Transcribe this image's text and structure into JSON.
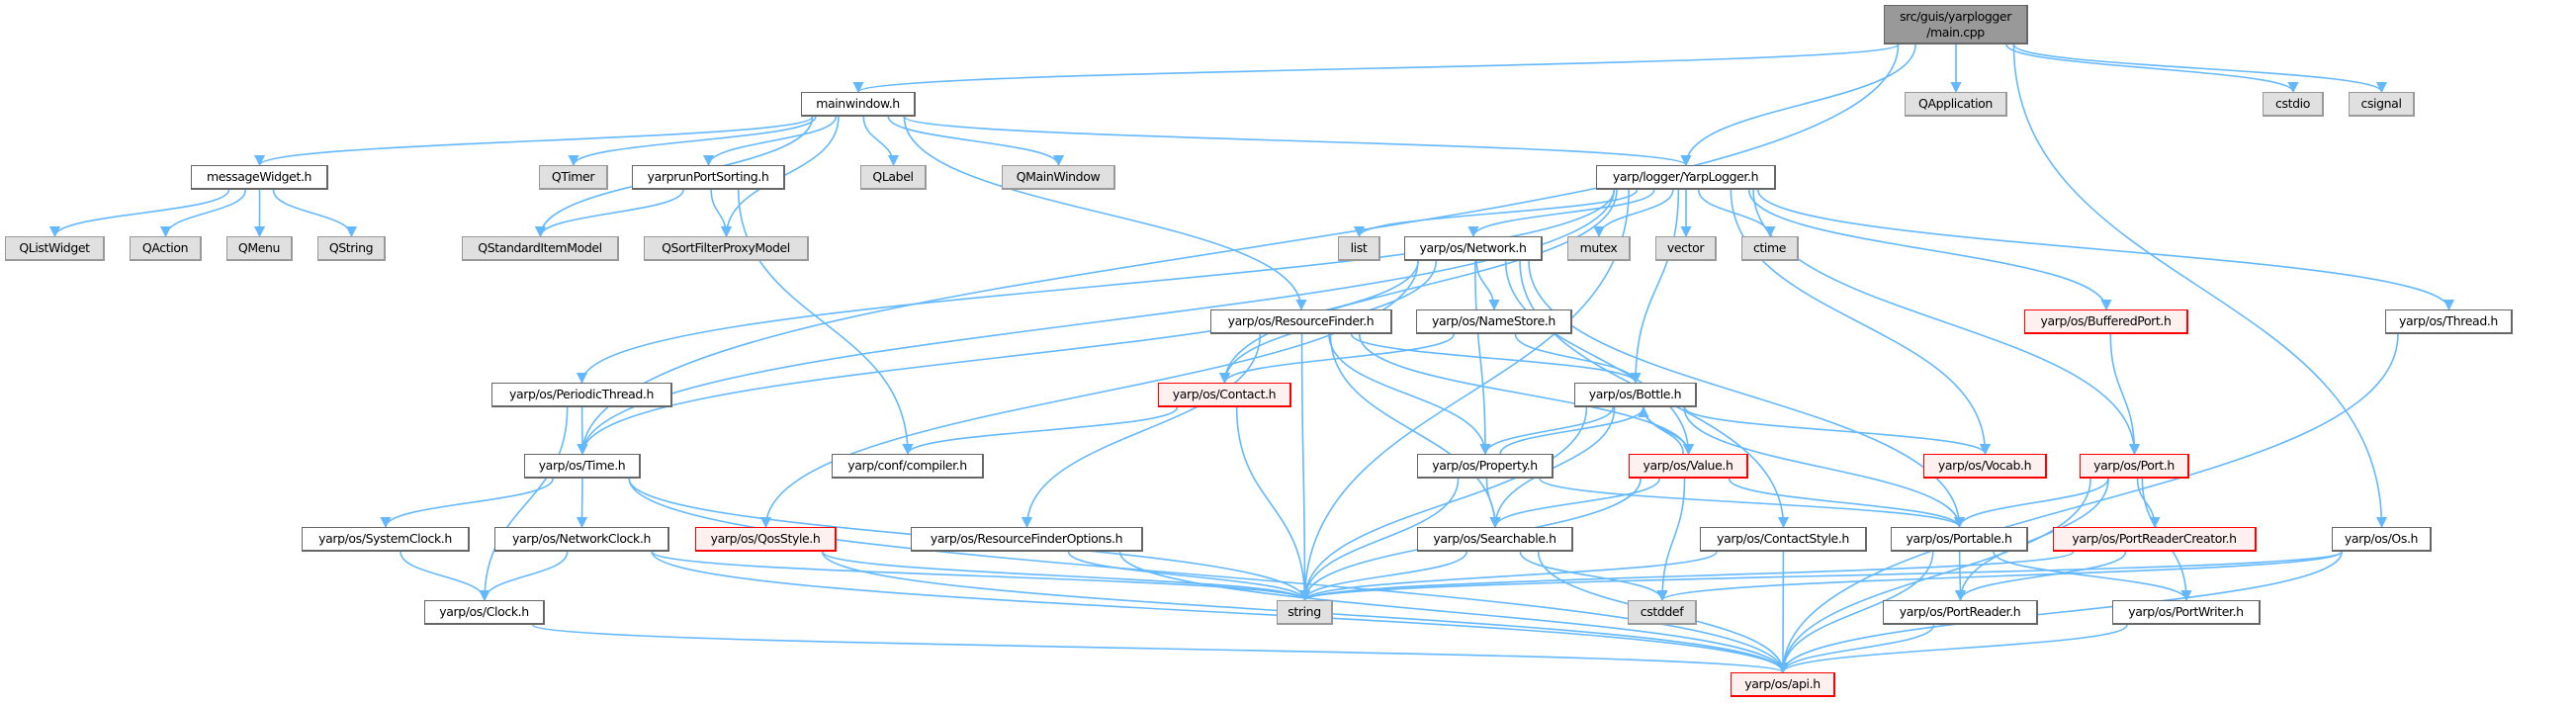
{
  "colors": {
    "edge": "#63b8ff",
    "root_fill": "#999999",
    "ext_fill": "#e0e0e0",
    "red_border": "#ff0000",
    "red_fill": "#fff0f0"
  },
  "nodes": {
    "main": {
      "label": "src/guis/yarplogger\n/main.cpp"
    },
    "mainwindow": {
      "label": "mainwindow.h"
    },
    "qapp": {
      "label": "QApplication"
    },
    "cstdio": {
      "label": "cstdio"
    },
    "csignal": {
      "label": "csignal"
    },
    "messagewidget": {
      "label": "messageWidget.h"
    },
    "qtimer": {
      "label": "QTimer"
    },
    "yarprun": {
      "label": "yarprunPortSorting.h"
    },
    "qlabel": {
      "label": "QLabel"
    },
    "qmainwindow": {
      "label": "QMainWindow"
    },
    "yarplogger": {
      "label": "yarp/logger/YarpLogger.h"
    },
    "qlistwidget": {
      "label": "QListWidget"
    },
    "qaction": {
      "label": "QAction"
    },
    "qmenu": {
      "label": "QMenu"
    },
    "qstring": {
      "label": "QString"
    },
    "qstdmodel": {
      "label": "QStandardItemModel"
    },
    "qsort": {
      "label": "QSortFilterProxyModel"
    },
    "list": {
      "label": "list"
    },
    "network": {
      "label": "yarp/os/Network.h"
    },
    "mutex": {
      "label": "mutex"
    },
    "vector": {
      "label": "vector"
    },
    "ctime": {
      "label": "ctime"
    },
    "resfinder": {
      "label": "yarp/os/ResourceFinder.h"
    },
    "namestore": {
      "label": "yarp/os/NameStore.h"
    },
    "buffered": {
      "label": "yarp/os/BufferedPort.h"
    },
    "thread": {
      "label": "yarp/os/Thread.h"
    },
    "periodic": {
      "label": "yarp/os/PeriodicThread.h"
    },
    "contact": {
      "label": "yarp/os/Contact.h"
    },
    "bottle": {
      "label": "yarp/os/Bottle.h"
    },
    "time": {
      "label": "yarp/os/Time.h"
    },
    "compiler": {
      "label": "yarp/conf/compiler.h"
    },
    "property": {
      "label": "yarp/os/Property.h"
    },
    "value": {
      "label": "yarp/os/Value.h"
    },
    "vocab": {
      "label": "yarp/os/Vocab.h"
    },
    "port": {
      "label": "yarp/os/Port.h"
    },
    "systemclock": {
      "label": "yarp/os/SystemClock.h"
    },
    "networkclock": {
      "label": "yarp/os/NetworkClock.h"
    },
    "qos": {
      "label": "yarp/os/QosStyle.h"
    },
    "rfo": {
      "label": "yarp/os/ResourceFinderOptions.h"
    },
    "searchable": {
      "label": "yarp/os/Searchable.h"
    },
    "contactstyle": {
      "label": "yarp/os/ContactStyle.h"
    },
    "portable": {
      "label": "yarp/os/Portable.h"
    },
    "prc": {
      "label": "yarp/os/PortReaderCreator.h"
    },
    "os": {
      "label": "yarp/os/Os.h"
    },
    "clock": {
      "label": "yarp/os/Clock.h"
    },
    "string": {
      "label": "string"
    },
    "cstddef": {
      "label": "cstddef"
    },
    "portreader": {
      "label": "yarp/os/PortReader.h"
    },
    "portwriter": {
      "label": "yarp/os/PortWriter.h"
    },
    "api": {
      "label": "yarp/os/api.h"
    }
  },
  "edges": [
    [
      "main",
      "mainwindow"
    ],
    [
      "main",
      "yarplogger"
    ],
    [
      "main",
      "qapp"
    ],
    [
      "main",
      "cstdio"
    ],
    [
      "main",
      "csignal"
    ],
    [
      "main",
      "time"
    ],
    [
      "main",
      "os"
    ],
    [
      "mainwindow",
      "messagewidget"
    ],
    [
      "mainwindow",
      "qtimer"
    ],
    [
      "mainwindow",
      "yarprun"
    ],
    [
      "mainwindow",
      "qlabel"
    ],
    [
      "mainwindow",
      "qmainwindow"
    ],
    [
      "mainwindow",
      "yarplogger"
    ],
    [
      "mainwindow",
      "qstdmodel"
    ],
    [
      "mainwindow",
      "qsort"
    ],
    [
      "mainwindow",
      "resfinder"
    ],
    [
      "messagewidget",
      "qlistwidget"
    ],
    [
      "messagewidget",
      "qaction"
    ],
    [
      "messagewidget",
      "qmenu"
    ],
    [
      "messagewidget",
      "qstring"
    ],
    [
      "yarprun",
      "qstdmodel"
    ],
    [
      "yarprun",
      "qsort"
    ],
    [
      "yarprun",
      "compiler"
    ],
    [
      "yarplogger",
      "list"
    ],
    [
      "yarplogger",
      "network"
    ],
    [
      "yarplogger",
      "mutex"
    ],
    [
      "yarplogger",
      "vector"
    ],
    [
      "yarplogger",
      "ctime"
    ],
    [
      "yarplogger",
      "string"
    ],
    [
      "yarplogger",
      "time"
    ],
    [
      "yarplogger",
      "periodic"
    ],
    [
      "yarplogger",
      "bottle"
    ],
    [
      "yarplogger",
      "buffered"
    ],
    [
      "yarplogger",
      "thread"
    ],
    [
      "yarplogger",
      "port"
    ],
    [
      "yarplogger",
      "vocab"
    ],
    [
      "yarplogger",
      "contact"
    ],
    [
      "network",
      "namestore"
    ],
    [
      "network",
      "contact"
    ],
    [
      "network",
      "time"
    ],
    [
      "network",
      "qos"
    ],
    [
      "network",
      "property"
    ],
    [
      "network",
      "value"
    ],
    [
      "network",
      "contactstyle"
    ],
    [
      "network",
      "portable"
    ],
    [
      "resfinder",
      "string"
    ],
    [
      "resfinder",
      "bottle"
    ],
    [
      "resfinder",
      "property"
    ],
    [
      "resfinder",
      "value"
    ],
    [
      "resfinder",
      "searchable"
    ],
    [
      "resfinder",
      "rfo"
    ],
    [
      "namestore",
      "contact"
    ],
    [
      "namestore",
      "bottle"
    ],
    [
      "buffered",
      "port"
    ],
    [
      "thread",
      "api"
    ],
    [
      "periodic",
      "time"
    ],
    [
      "periodic",
      "clock"
    ],
    [
      "contact",
      "compiler"
    ],
    [
      "contact",
      "string"
    ],
    [
      "bottle",
      "string"
    ],
    [
      "bottle",
      "property"
    ],
    [
      "bottle",
      "value"
    ],
    [
      "bottle",
      "searchable"
    ],
    [
      "bottle",
      "vocab"
    ],
    [
      "bottle",
      "portable"
    ],
    [
      "time",
      "systemclock"
    ],
    [
      "time",
      "networkclock"
    ],
    [
      "time",
      "string"
    ],
    [
      "time",
      "api"
    ],
    [
      "property",
      "bottle"
    ],
    [
      "property",
      "searchable"
    ],
    [
      "property",
      "string"
    ],
    [
      "property",
      "portable"
    ],
    [
      "value",
      "bottle"
    ],
    [
      "value",
      "searchable"
    ],
    [
      "value",
      "portable"
    ],
    [
      "value",
      "string"
    ],
    [
      "value",
      "cstddef"
    ],
    [
      "port",
      "portable"
    ],
    [
      "port",
      "prc"
    ],
    [
      "port",
      "portreader"
    ],
    [
      "port",
      "portwriter"
    ],
    [
      "port",
      "api"
    ],
    [
      "systemclock",
      "clock"
    ],
    [
      "networkclock",
      "clock"
    ],
    [
      "networkclock",
      "string"
    ],
    [
      "networkclock",
      "api"
    ],
    [
      "qos",
      "string"
    ],
    [
      "qos",
      "api"
    ],
    [
      "rfo",
      "string"
    ],
    [
      "rfo",
      "api"
    ],
    [
      "clock",
      "api"
    ],
    [
      "searchable",
      "string"
    ],
    [
      "searchable",
      "cstddef"
    ],
    [
      "searchable",
      "api"
    ],
    [
      "contactstyle",
      "string"
    ],
    [
      "contactstyle",
      "api"
    ],
    [
      "portable",
      "portreader"
    ],
    [
      "portable",
      "portwriter"
    ],
    [
      "portable",
      "api"
    ],
    [
      "prc",
      "string"
    ],
    [
      "prc",
      "portreader"
    ],
    [
      "os",
      "string"
    ],
    [
      "os",
      "cstddef"
    ],
    [
      "os",
      "api"
    ],
    [
      "portreader",
      "api"
    ],
    [
      "portwriter",
      "api"
    ]
  ]
}
